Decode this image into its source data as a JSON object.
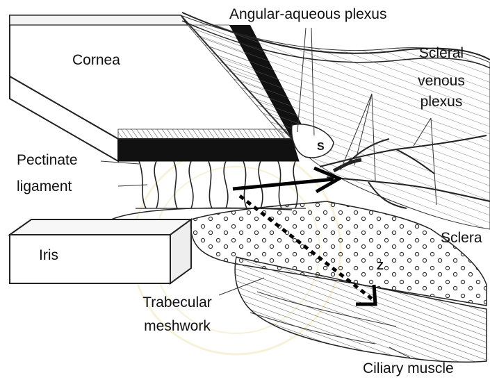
{
  "labels": {
    "cornea": "Cornea",
    "angular_aqueous_plexus": "Angular-aqueous plexus",
    "scleral_venous_plexus": [
      "Scleral",
      "venous",
      "plexus"
    ],
    "pectinate_ligament": [
      "Pectinate",
      "ligament"
    ],
    "iris": "Iris",
    "sclera": "Sclera",
    "trabecular_meshwork": [
      "Trabecular",
      "meshwork"
    ],
    "ciliary_muscle": "Ciliary muscle",
    "letter_s": "S",
    "letter_z": "Z"
  },
  "colors": {
    "ink": "#111111",
    "background": "#ffffff",
    "watermark": "#f2e6b8"
  }
}
